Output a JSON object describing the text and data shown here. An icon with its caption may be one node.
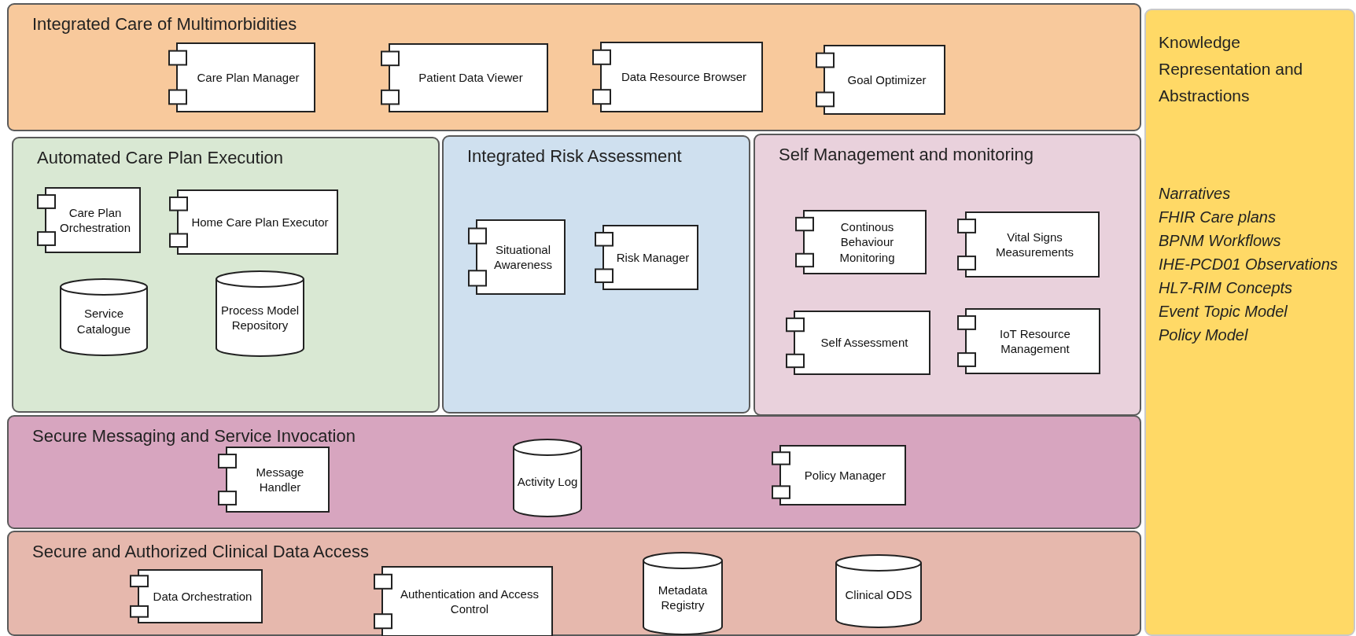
{
  "diagram": {
    "nodes": [
      {
        "text": [
          "Integrated Care of Multimorbidities"
        ]
      },
      {
        "text": [
          "Care Plan Manager"
        ],
        "in": 0
      },
      {
        "text": [
          "Patient Data Viewer"
        ],
        "in": 0
      },
      {
        "text": [
          "Data Resource Browser"
        ],
        "in": 0
      },
      {
        "text": [
          "Goal Optimizer"
        ],
        "in": 0
      },
      {
        "text": [
          "Knowledge Representation and Abstractions",
          "Narratives",
          "FHIR Care plans",
          "BPNM Workflows",
          "IHE-PCD01 Observations",
          "HL7-RIM Concepts",
          "Event Topic Model",
          "Policy Model"
        ]
      },
      {
        "text": [
          "Automated Care Plan Execution"
        ]
      },
      {
        "text": [
          "Care Plan Orchestration"
        ],
        "in": 6
      },
      {
        "text": [
          "Home Care Plan Executor"
        ],
        "in": 6
      },
      {
        "text": [
          "Service Catalogue"
        ],
        "in": 6
      },
      {
        "text": [
          "Process Model Repository"
        ],
        "in": 6
      },
      {
        "text": [
          "Integrated Risk Assessment"
        ]
      },
      {
        "text": [
          "Situational Awareness"
        ],
        "in": 11
      },
      {
        "text": [
          "Risk Manager"
        ],
        "in": 11
      },
      {
        "text": [
          "Self Management and monitoring"
        ]
      },
      {
        "text": [
          "Continous Behaviour Monitoring"
        ],
        "in": 14
      },
      {
        "text": [
          "Vital Signs Measurements"
        ],
        "in": 14
      },
      {
        "text": [
          "Self Assessment"
        ],
        "in": 14
      },
      {
        "text": [
          "IoT Resource Management"
        ],
        "in": 14
      },
      {
        "text": [
          "Secure Messaging and Service Invocation"
        ]
      },
      {
        "text": [
          "Message Handler"
        ],
        "in": 19
      },
      {
        "text": [
          "Activity Log"
        ],
        "in": 19
      },
      {
        "text": [
          "Policy Manager"
        ],
        "in": 19
      },
      {
        "text": [
          "Secure and Authorized Clinical Data Access"
        ]
      },
      {
        "text": [
          "Data Orchestration"
        ],
        "in": 23
      },
      {
        "text": [
          "Authentication and Access Control"
        ],
        "in": 23
      },
      {
        "text": [
          "Metadata Registry"
        ],
        "in": 23
      },
      {
        "text": [
          "Clinical ODS"
        ],
        "in": 23
      }
    ]
  }
}
